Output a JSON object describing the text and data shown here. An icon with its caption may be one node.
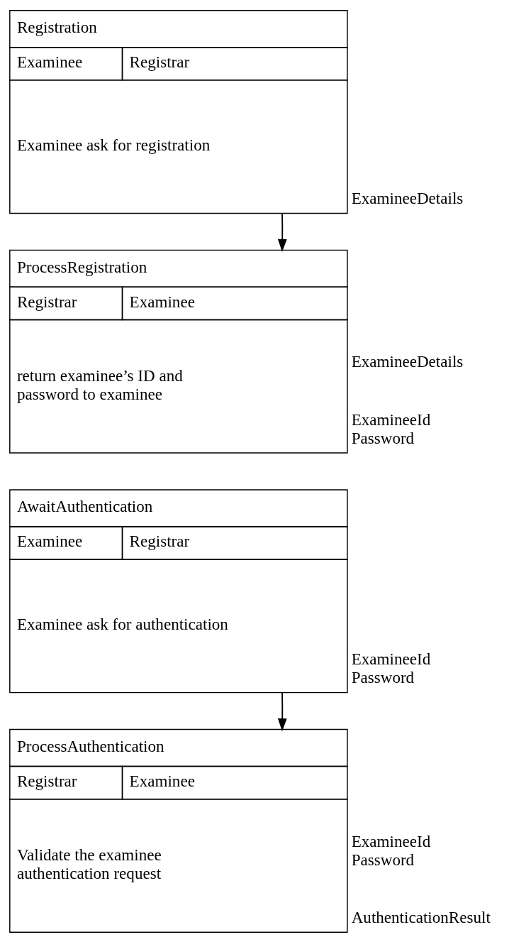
{
  "diagram": {
    "nodes": [
      {
        "text": [
          "Registration",
          "Examinee",
          "Registrar",
          "Examinee ask for registration"
        ],
        "beside": [
          "ExamineeDetails"
        ]
      },
      {
        "text": [
          "ProcessRegistration",
          "Registrar",
          "Examinee",
          "return examinee’s ID and password to examinee"
        ],
        "beside": [
          "ExamineeDetails",
          "ExamineeId Password"
        ]
      },
      {
        "text": [
          "AwaitAuthentication",
          "Examinee",
          "Registrar",
          "Examinee ask for authentication"
        ],
        "beside": [
          "ExamineeId Password"
        ]
      },
      {
        "text": [
          "ProcessAuthentication",
          "Registrar",
          "Examinee",
          "Validate the examinee authentication request"
        ],
        "beside": [
          "ExamineeId Password",
          "AuthenticationResult"
        ]
      }
    ],
    "edges": [
      {
        "from": 0,
        "to": 1,
        "arrow": "to"
      },
      {
        "from": 2,
        "to": 3,
        "arrow": "to"
      }
    ]
  }
}
